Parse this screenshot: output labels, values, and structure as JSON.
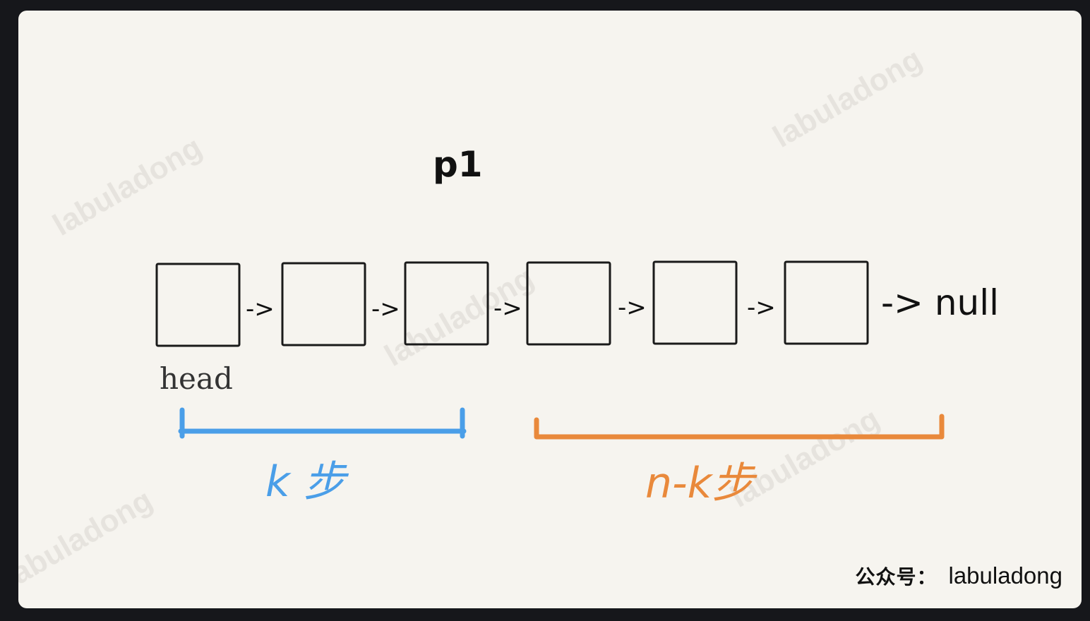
{
  "diagram": {
    "pointer_label": "p1",
    "head_label": "head",
    "node_count": 6,
    "arrow": "->",
    "null_label": "-> null",
    "k_steps_label": "k 步",
    "n_minus_k_label": "n-k步",
    "colors": {
      "k_bracket": "#4a9ee8",
      "nk_bracket": "#e9893b",
      "node_stroke": "#1a1a1a"
    }
  },
  "watermark": {
    "text": "labuladong"
  },
  "footer": {
    "prefix": "公众号：",
    "account": "labuladong"
  }
}
